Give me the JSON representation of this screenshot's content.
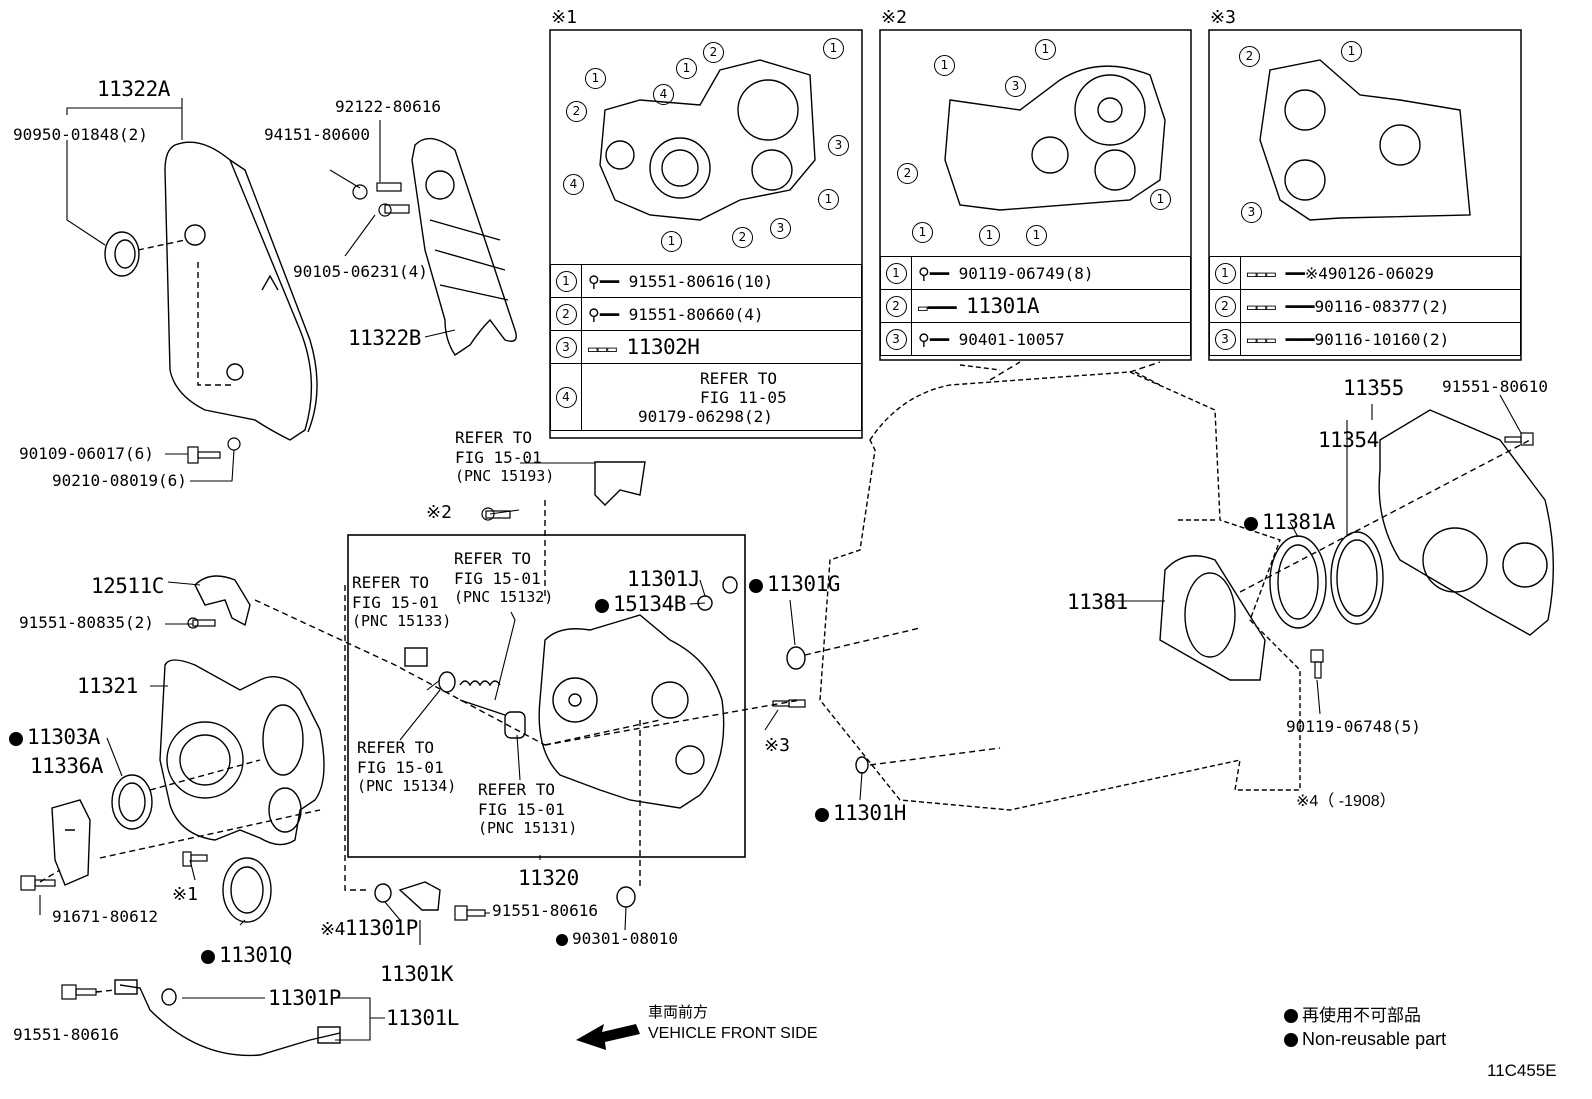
{
  "notes": {
    "m1": "※1",
    "m2": "※2",
    "m3": "※3",
    "m4_range": "※4（ -1908）",
    "code": "11C455E"
  },
  "legend": {
    "jp": "再使用不可部品",
    "en": "Non-reusable part",
    "front_jp": "車両前方",
    "front_en": "VEHICLE FRONT SIDE"
  },
  "table1": [
    {
      "n": "1",
      "part": "91551-80616(10)"
    },
    {
      "n": "2",
      "part": "91551-80660(4)"
    },
    {
      "n": "3",
      "part": "11302H"
    },
    {
      "n": "4",
      "refer1": "REFER TO",
      "refer2": "FIG 11-05",
      "part": "90179-06298(2)"
    }
  ],
  "table2": [
    {
      "n": "1",
      "part": "90119-06749(8)"
    },
    {
      "n": "2",
      "part": "11301A"
    },
    {
      "n": "3",
      "part": "90401-10057"
    }
  ],
  "table3": [
    {
      "n": "1",
      "mark": "※4",
      "part": "90126-06029"
    },
    {
      "n": "2",
      "part": "90116-08377(2)"
    },
    {
      "n": "3",
      "part": "90116-10160(2)"
    }
  ],
  "labels": {
    "p11322A": "11322A",
    "p90950": "90950-01848(2)",
    "p92122": "92122-80616",
    "p94151": "94151-80600",
    "p90105": "90105-06231(4)",
    "p11322B": "11322B",
    "p90109": "90109-06017(6)",
    "p90210": "90210-08019(6)",
    "ref15193_1": "REFER TO",
    "ref15193_2": "FIG 15-01",
    "ref15193_3": "(PNC 15193)",
    "m2bolt": "※2",
    "p12511C": "12511C",
    "p91551_835": "91551-80835(2)",
    "ref15132_1": "REFER TO",
    "ref15132_2": "FIG 15-01",
    "ref15132_3": "(PNC 15132)",
    "ref15133_1": "REFER TO",
    "ref15133_2": "FIG 15-01",
    "ref15133_3": "(PNC 15133)",
    "p11301J": "11301J",
    "p15134B": "15134B",
    "p11301G": "11301G",
    "p11321": "11321",
    "p11303A": "11303A",
    "p11336A": "11336A",
    "ref15134_1": "REFER TO",
    "ref15134_2": "FIG 15-01",
    "ref15134_3": "(PNC 15134)",
    "ref15131_1": "REFER TO",
    "ref15131_2": "FIG 15-01",
    "ref15131_3": "(PNC 15131)",
    "m3bolt": "※3",
    "p11320": "11320",
    "m1bolt": "※1",
    "p91671": "91671-80612",
    "p11301P_a": "11301P",
    "m4": "※4",
    "p11301Q": "11301Q",
    "p11301K": "11301K",
    "p91551_616a": "91551-80616",
    "p90301": "90301-08010",
    "p11301H": "11301H",
    "p11381": "11381",
    "p11381A": "11381A",
    "p11355": "11355",
    "p11354": "11354",
    "p91551_610": "91551-80610",
    "p90119_748": "90119-06748(5)",
    "p11301P_b": "11301P",
    "p11301L": "11301L",
    "p91551_616b": "91551-80616"
  }
}
